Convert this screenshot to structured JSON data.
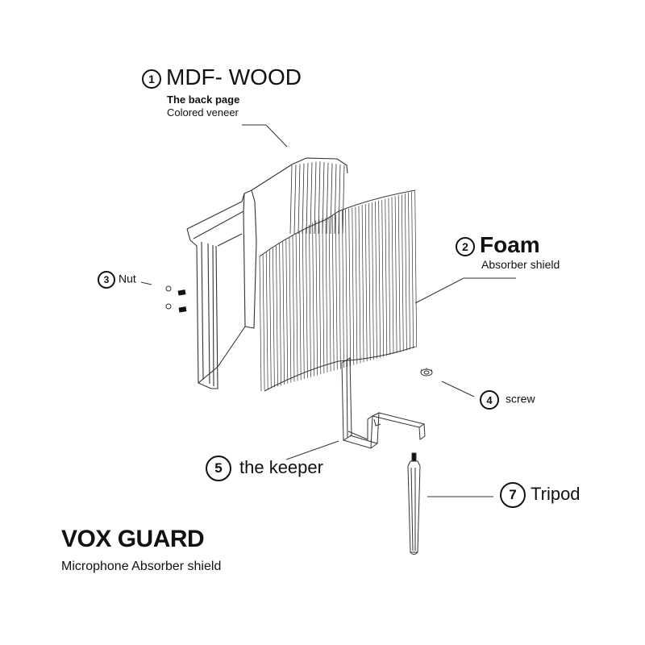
{
  "colors": {
    "ink": "#111111",
    "line": "#333333",
    "background": "#ffffff"
  },
  "labels": {
    "mdf": {
      "number": "1",
      "title": "MDF- WOOD",
      "line1": "The back page",
      "line2": "Colored veneer"
    },
    "foam": {
      "number": "2",
      "title": "Foam",
      "line1": "Absorber shield"
    },
    "nut": {
      "number": "3",
      "title": "Nut"
    },
    "screw": {
      "number": "4",
      "title": "screw"
    },
    "keeper": {
      "number": "5",
      "title": "the keeper"
    },
    "tripod": {
      "number": "7",
      "title": "Tripod"
    }
  },
  "product": {
    "name": "VOX GUARD",
    "tagline": "Microphone  Absorber shield"
  },
  "icons": [
    "mdf-back-panel-icon",
    "foam-shield-icon",
    "nut-icon",
    "screw-icon",
    "keeper-bracket-icon",
    "tripod-icon"
  ]
}
